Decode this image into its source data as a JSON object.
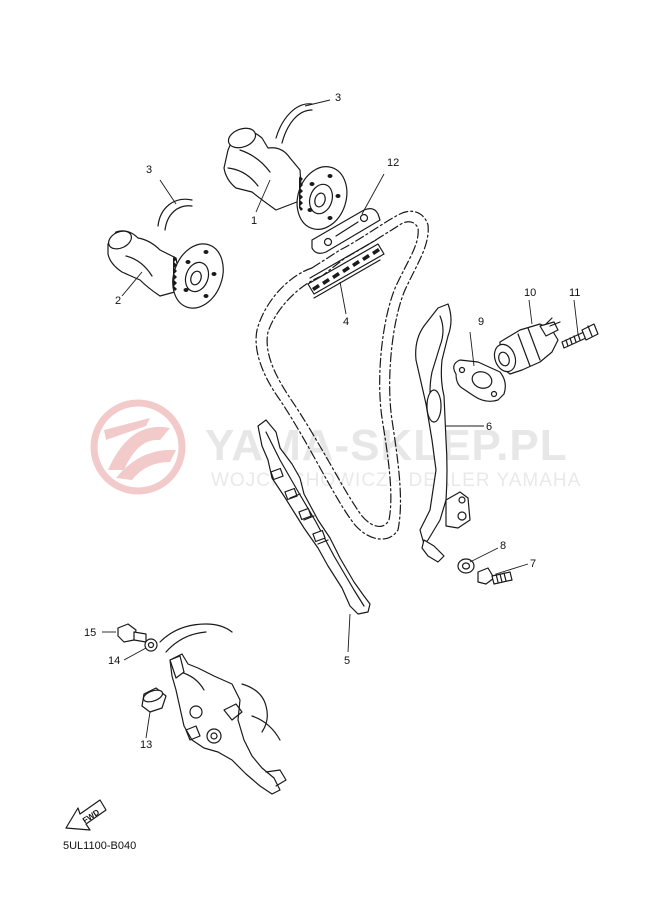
{
  "diagram": {
    "watermark": {
      "main": "YAMA-SKLEP.PL",
      "sub": "WOJCIECHOWICZ - DEALER YAMAHA",
      "color": "#e8a0a0"
    },
    "callouts": {
      "c1": "1",
      "c2": "2",
      "c3a": "3",
      "c3b": "3",
      "c4": "4",
      "c5": "5",
      "c6": "6",
      "c7": "7",
      "c8": "8",
      "c9": "9",
      "c10": "10",
      "c11": "11",
      "c12": "12",
      "c13": "13",
      "c14": "14",
      "c15": "15"
    },
    "fwd_label": "FWD",
    "diagram_code": "5UL1100-B040"
  }
}
